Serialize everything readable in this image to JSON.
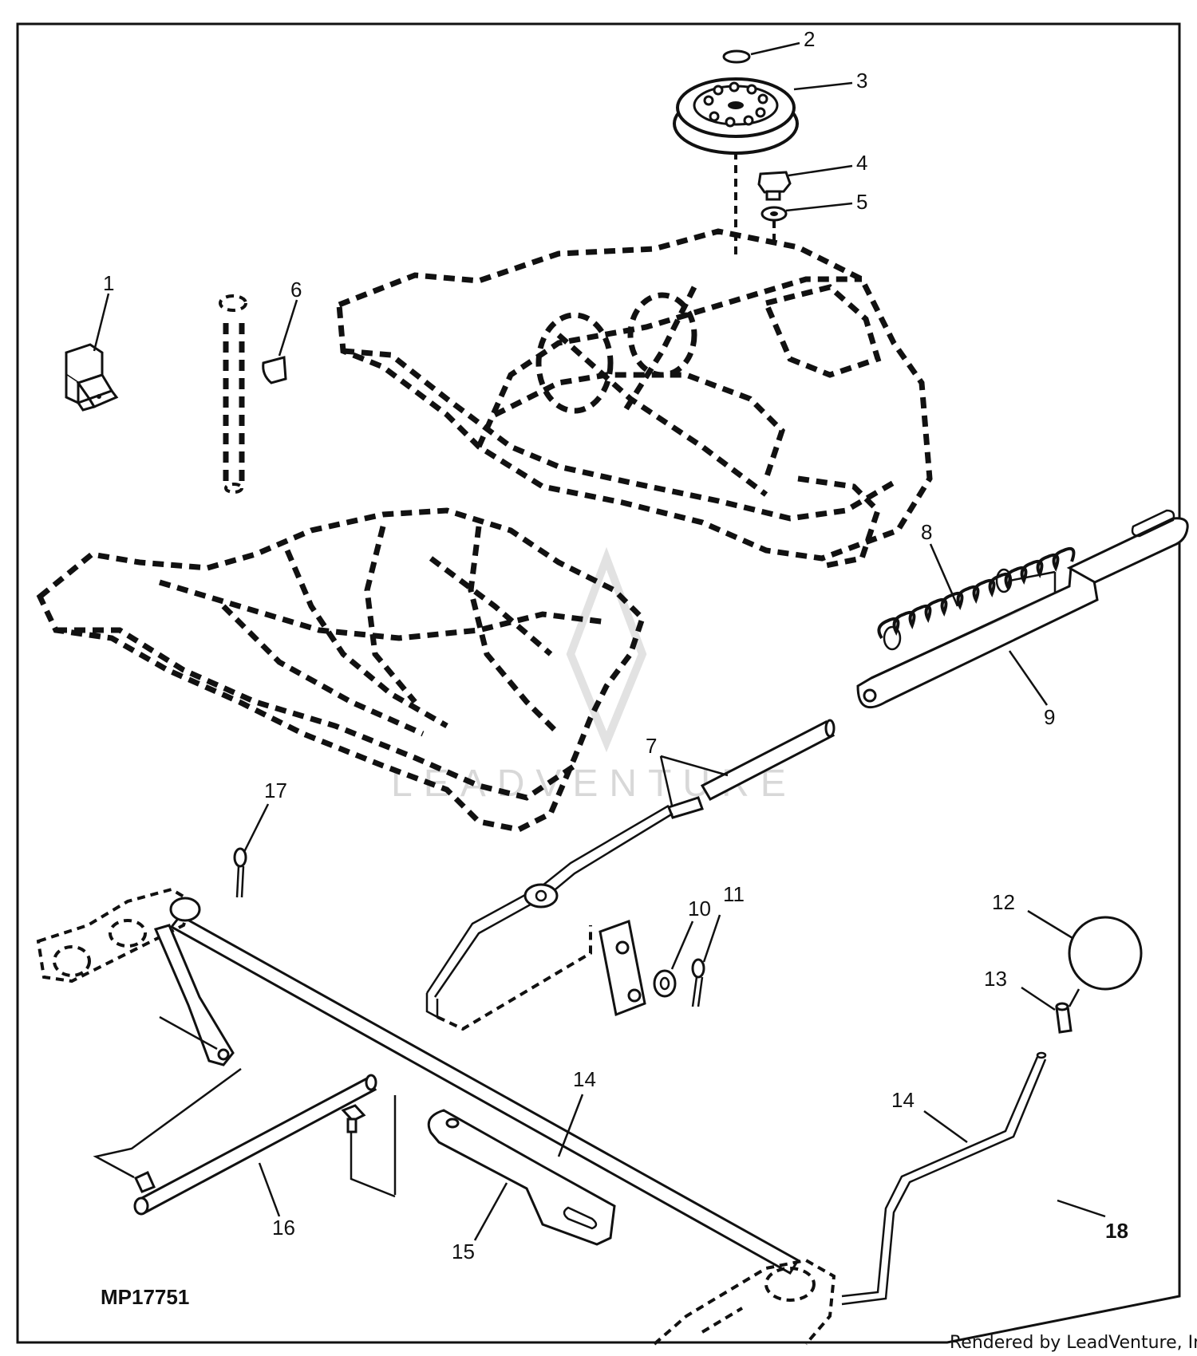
{
  "diagram": {
    "reference_code": "MP17751",
    "credit": "Rendered by LeadVenture, Inc.",
    "watermark": "LEADVENTURE",
    "callouts": [
      {
        "id": "c1",
        "text": "1"
      },
      {
        "id": "c2",
        "text": "2"
      },
      {
        "id": "c3",
        "text": "3"
      },
      {
        "id": "c4",
        "text": "4"
      },
      {
        "id": "c5",
        "text": "5"
      },
      {
        "id": "c6",
        "text": "6"
      },
      {
        "id": "c7",
        "text": "7"
      },
      {
        "id": "c8",
        "text": "8"
      },
      {
        "id": "c9",
        "text": "9"
      },
      {
        "id": "c10",
        "text": "10"
      },
      {
        "id": "c11",
        "text": "11"
      },
      {
        "id": "c12",
        "text": "12"
      },
      {
        "id": "c13",
        "text": "13"
      },
      {
        "id": "c14a",
        "text": "14"
      },
      {
        "id": "c14b",
        "text": "14"
      },
      {
        "id": "c15",
        "text": "15"
      },
      {
        "id": "c16",
        "text": "16"
      },
      {
        "id": "c17",
        "text": "17"
      },
      {
        "id": "c18",
        "text": "18"
      }
    ]
  }
}
